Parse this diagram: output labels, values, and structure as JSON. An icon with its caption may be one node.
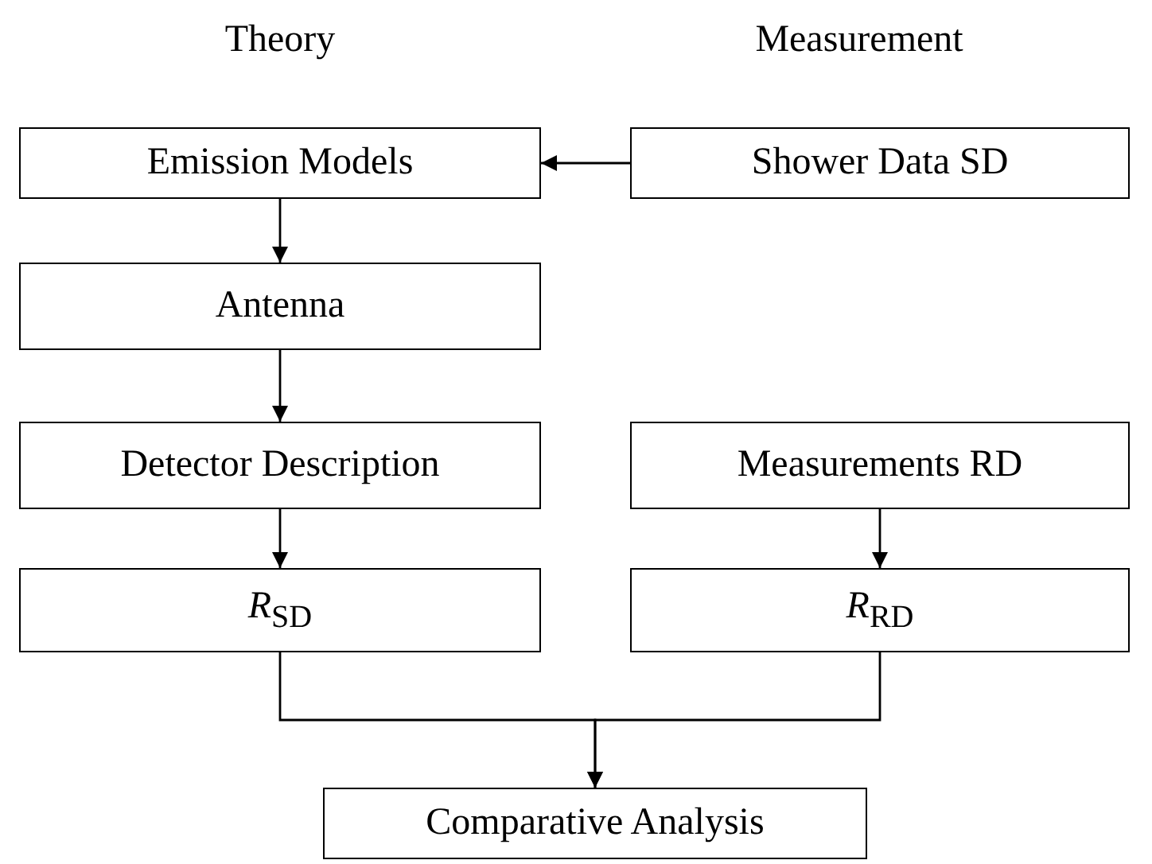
{
  "diagram": {
    "nodes": [
      {
        "text": [
          "Emission Models"
        ]
      },
      {
        "text": [
          "Shower Data SD"
        ]
      },
      {
        "text": [
          "Antenna"
        ]
      },
      {
        "text": [
          "Detector Description"
        ]
      },
      {
        "text": [
          "Measurements RD"
        ]
      },
      {
        "text": [
          "*R*$_{SD}$"
        ]
      },
      {
        "text": [
          "*R*$_{RD}$"
        ]
      },
      {
        "text": [
          "Comparative Analysis"
        ]
      }
    ],
    "edges": [
      {
        "from": 1,
        "to": 0,
        "arrow": "to"
      },
      {
        "from": 0,
        "to": 2,
        "arrow": "to"
      },
      {
        "from": 2,
        "to": 3,
        "arrow": "to"
      },
      {
        "from": 3,
        "to": 5,
        "arrow": "to"
      },
      {
        "from": 4,
        "to": 6,
        "arrow": "to"
      },
      {
        "from": 5,
        "to": 7,
        "arrow": "to"
      },
      {
        "from": 6,
        "to": 7,
        "arrow": "to"
      }
    ],
    "labels": [
      "Theory",
      "Measurement"
    ]
  }
}
